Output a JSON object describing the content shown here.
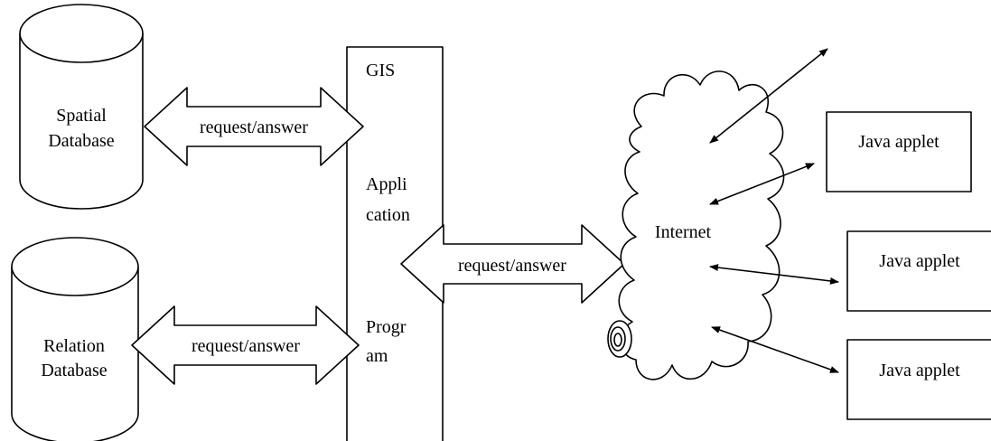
{
  "databases": {
    "spatial": {
      "line1": "Spatial",
      "line2": "Database"
    },
    "relation": {
      "line1": "Relation",
      "line2": "Database"
    }
  },
  "gis": {
    "title": "GIS",
    "app_line1": "Appli",
    "app_line2": "cation",
    "prog_line1": "Progr",
    "prog_line2": "am"
  },
  "arrows": {
    "spatial_label": "request/answer",
    "internet_label": "request/answer",
    "relation_label": "request/answer"
  },
  "internet": {
    "label": "Internet"
  },
  "applets": [
    {
      "label": "Java applet"
    },
    {
      "label": "Java applet"
    },
    {
      "label": "Java applet"
    }
  ],
  "colors": {
    "stroke": "#000000",
    "fill": "#ffffff"
  }
}
